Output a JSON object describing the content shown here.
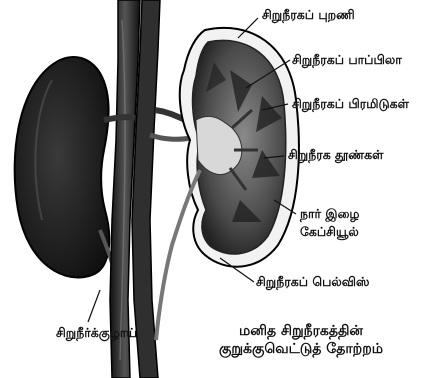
{
  "labels": {
    "cortex": "சிறுநீரகப் புறணி",
    "papilla": "சிறுநீரகப் பாப்பிலா",
    "pyramids": "சிறுநீரகப் பிரமிடுகள்",
    "columns": "சிறுநீரக தூண்கள்",
    "capsule_line1": "நார் இழை",
    "capsule_line2": "கேப்சியூல்",
    "pelvis": "சிறுநீரகப் பெல்விஸ்",
    "ureter": "சிறுநீர்க்குழாய்"
  },
  "caption": {
    "line1": "மனித சிறுநீரகத்தின்",
    "line2": "குறுக்குவெட்டுத் தோற்றம்"
  },
  "colors": {
    "kidney_dark": "#1c1c1c",
    "kidney_mid": "#6d6d6d",
    "vessel": "#2a2a2a",
    "leader": "#111111"
  }
}
